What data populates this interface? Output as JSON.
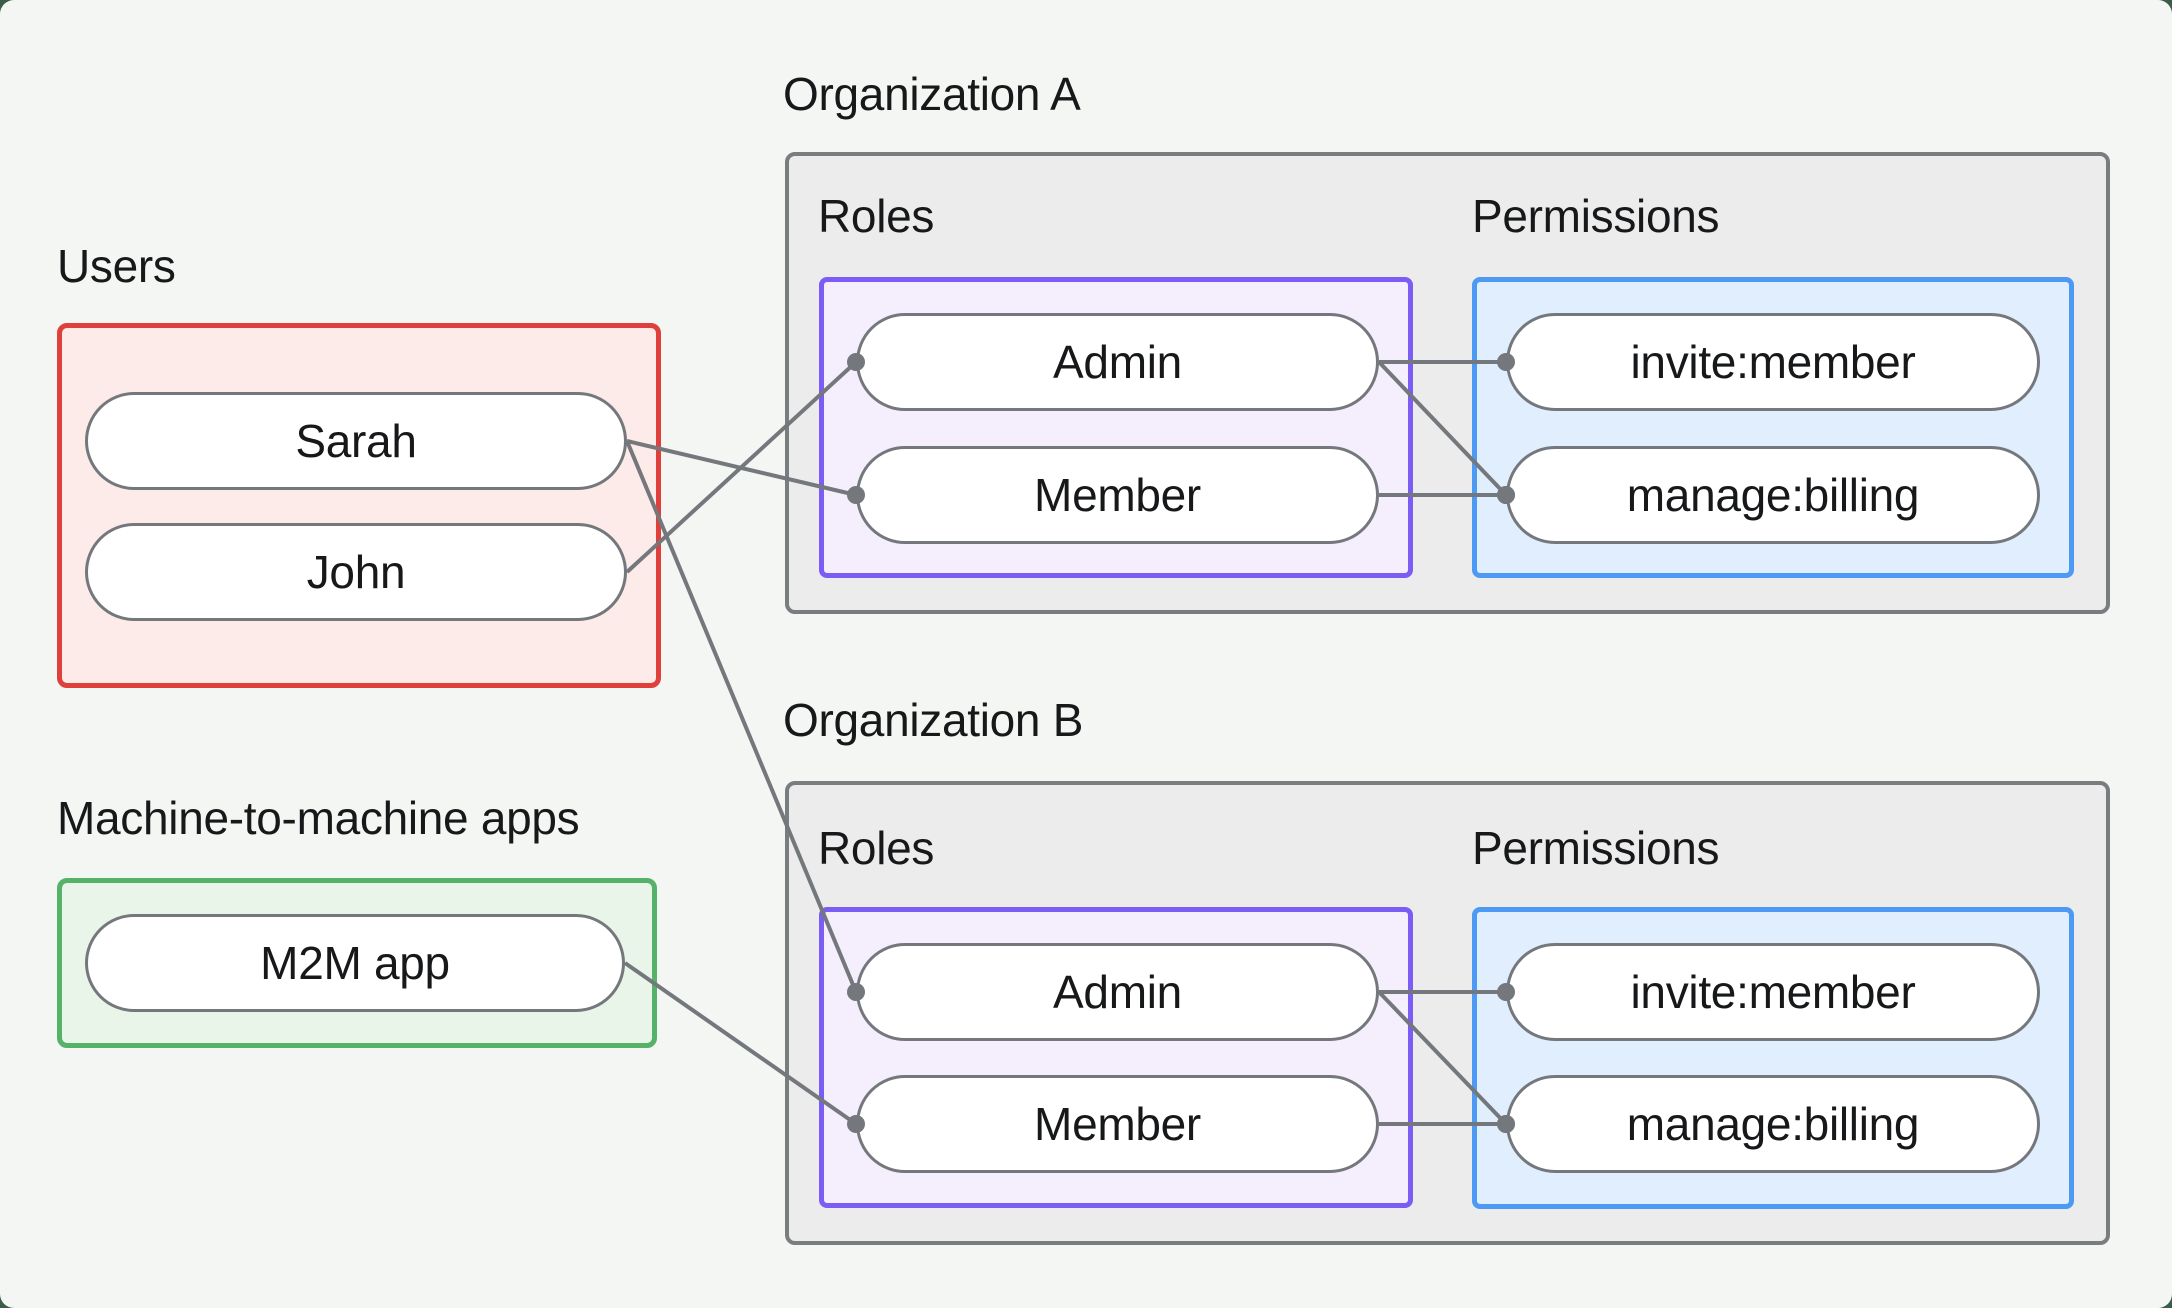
{
  "page": {
    "background": "#f4f6f3",
    "outer_background": "#3c5b49"
  },
  "colors": {
    "users_border": "#e0403c",
    "users_fill": "#fcebe8",
    "m2m_border": "#56b269",
    "m2m_fill": "#eaf5ea",
    "org_border": "#7a7d80",
    "org_fill": "#ececec",
    "roles_border": "#7b5cf5",
    "roles_fill": "#f5effd",
    "permissions_border": "#4d9af5",
    "permissions_fill": "#e0eefd",
    "node_border": "#74787c",
    "edge_line": "#74787c",
    "text": "#17181a"
  },
  "sections": {
    "users": {
      "label": "Users",
      "nodes": [
        {
          "id": "sarah",
          "label": "Sarah"
        },
        {
          "id": "john",
          "label": "John"
        }
      ]
    },
    "m2m": {
      "label": "Machine-to-machine apps",
      "nodes": [
        {
          "id": "m2m_app",
          "label": "M2M app"
        }
      ]
    },
    "org_a": {
      "title": "Organization A",
      "roles_label": "Roles",
      "permissions_label": "Permissions",
      "roles": [
        {
          "id": "admin",
          "label": "Admin"
        },
        {
          "id": "member",
          "label": "Member"
        }
      ],
      "permissions": [
        {
          "id": "invite_member",
          "label": "invite:member"
        },
        {
          "id": "manage_billing",
          "label": "manage:billing"
        }
      ]
    },
    "org_b": {
      "title": "Organization B",
      "roles_label": "Roles",
      "permissions_label": "Permissions",
      "roles": [
        {
          "id": "admin",
          "label": "Admin"
        },
        {
          "id": "member",
          "label": "Member"
        }
      ],
      "permissions": [
        {
          "id": "invite_member",
          "label": "invite:member"
        },
        {
          "id": "manage_billing",
          "label": "manage:billing"
        }
      ]
    }
  },
  "edges": [
    {
      "from": "users.sarah",
      "to": "org_a.member"
    },
    {
      "from": "users.john",
      "to": "org_a.admin"
    },
    {
      "from": "users.sarah",
      "to": "org_b.admin"
    },
    {
      "from": "m2m.m2m_app",
      "to": "org_b.member"
    },
    {
      "from": "org_a.admin",
      "to": "org_a.invite_member"
    },
    {
      "from": "org_a.admin",
      "to": "org_a.manage_billing"
    },
    {
      "from": "org_a.member",
      "to": "org_a.manage_billing"
    },
    {
      "from": "org_b.admin",
      "to": "org_b.invite_member"
    },
    {
      "from": "org_b.admin",
      "to": "org_b.manage_billing"
    },
    {
      "from": "org_b.member",
      "to": "org_b.manage_billing"
    }
  ]
}
